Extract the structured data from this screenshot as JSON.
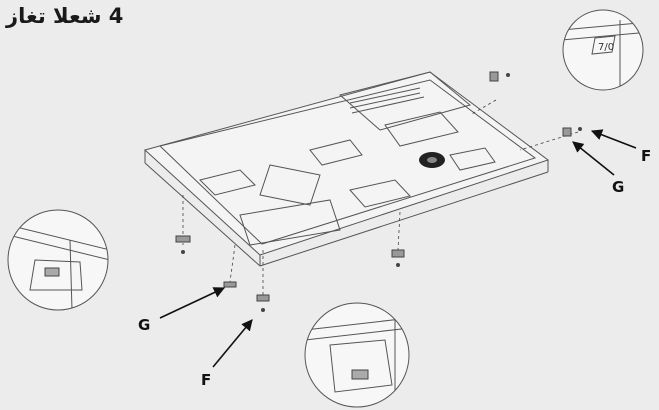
{
  "header": {
    "title": "4 شعلا تغاز"
  },
  "callouts": {
    "f_right": "F",
    "g_right": "G",
    "g_left": "G",
    "f_left": "F"
  },
  "icons": {
    "detail_top_right": "grommet-detail-icon",
    "detail_left": "bracket-detail-icon",
    "detail_bottom": "bracket-detail-icon"
  },
  "colors": {
    "background": "#ececec",
    "line": "#555555",
    "label": "#111111"
  }
}
